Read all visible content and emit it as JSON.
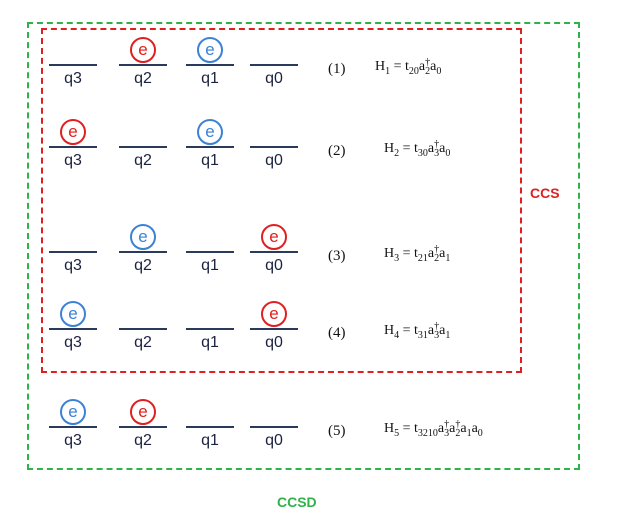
{
  "labels": {
    "ccs": "CCS",
    "ccsd": "CCSD"
  },
  "electron_symbol": "e",
  "rows": [
    {
      "number": "(1)",
      "qubits": [
        {
          "name": "q3",
          "electron": null
        },
        {
          "name": "q2",
          "electron": "red"
        },
        {
          "name": "q1",
          "electron": "blue"
        },
        {
          "name": "q0",
          "electron": null
        }
      ],
      "hamiltonian": {
        "lhs": "H",
        "lhs_sub": "1",
        "eq": " = ",
        "terms": [
          {
            "base": "t",
            "sub": "20"
          },
          {
            "base": "a",
            "sub": "2",
            "sup": "†"
          },
          {
            "base": "a",
            "sub": "0"
          }
        ]
      }
    },
    {
      "number": "(2)",
      "qubits": [
        {
          "name": "q3",
          "electron": "red"
        },
        {
          "name": "q2",
          "electron": null
        },
        {
          "name": "q1",
          "electron": "blue"
        },
        {
          "name": "q0",
          "electron": null
        }
      ],
      "hamiltonian": {
        "lhs": "H",
        "lhs_sub": "2",
        "eq": " = ",
        "terms": [
          {
            "base": "t",
            "sub": "30"
          },
          {
            "base": "a",
            "sub": "3",
            "sup": "†"
          },
          {
            "base": "a",
            "sub": "0"
          }
        ]
      }
    },
    {
      "number": "(3)",
      "qubits": [
        {
          "name": "q3",
          "electron": null
        },
        {
          "name": "q2",
          "electron": "blue"
        },
        {
          "name": "q1",
          "electron": null
        },
        {
          "name": "q0",
          "electron": "red"
        }
      ],
      "hamiltonian": {
        "lhs": "H",
        "lhs_sub": "3",
        "eq": " = ",
        "terms": [
          {
            "base": "t",
            "sub": "21"
          },
          {
            "base": "a",
            "sub": "2",
            "sup": "†"
          },
          {
            "base": "a",
            "sub": "1"
          }
        ]
      }
    },
    {
      "number": "(4)",
      "qubits": [
        {
          "name": "q3",
          "electron": "blue"
        },
        {
          "name": "q2",
          "electron": null
        },
        {
          "name": "q1",
          "electron": null
        },
        {
          "name": "q0",
          "electron": "red"
        }
      ],
      "hamiltonian": {
        "lhs": "H",
        "lhs_sub": "4",
        "eq": " = ",
        "terms": [
          {
            "base": "t",
            "sub": "31"
          },
          {
            "base": "a",
            "sub": "3",
            "sup": "†"
          },
          {
            "base": "a",
            "sub": "1"
          }
        ]
      }
    },
    {
      "number": "(5)",
      "qubits": [
        {
          "name": "q3",
          "electron": "blue"
        },
        {
          "name": "q2",
          "electron": "red"
        },
        {
          "name": "q1",
          "electron": null
        },
        {
          "name": "q0",
          "electron": null
        }
      ],
      "hamiltonian": {
        "lhs": "H",
        "lhs_sub": "5",
        "eq": " = ",
        "terms": [
          {
            "base": "t",
            "sub": "3210"
          },
          {
            "base": "a",
            "sub": "3",
            "sup": "†"
          },
          {
            "base": "a",
            "sub": "2",
            "sup": "†"
          },
          {
            "base": "a",
            "sub": "1"
          },
          {
            "base": "a",
            "sub": "0"
          }
        ]
      }
    }
  ]
}
